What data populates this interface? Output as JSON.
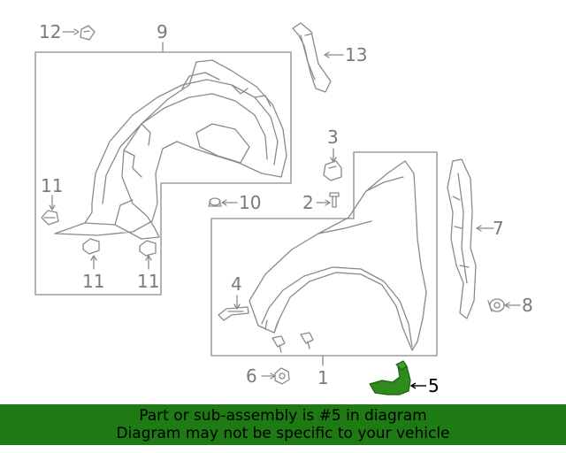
{
  "diagram": {
    "callouts": [
      "1",
      "2",
      "3",
      "4",
      "5",
      "6",
      "7",
      "8",
      "9",
      "10",
      "11",
      "11",
      "11",
      "12",
      "13"
    ],
    "highlight_color": "#2e8b1e"
  },
  "banner": {
    "line1": "Part or sub-assembly is #5 in diagram",
    "line2": "Diagram may not be specific to your vehicle",
    "background": "#1e7a12"
  }
}
